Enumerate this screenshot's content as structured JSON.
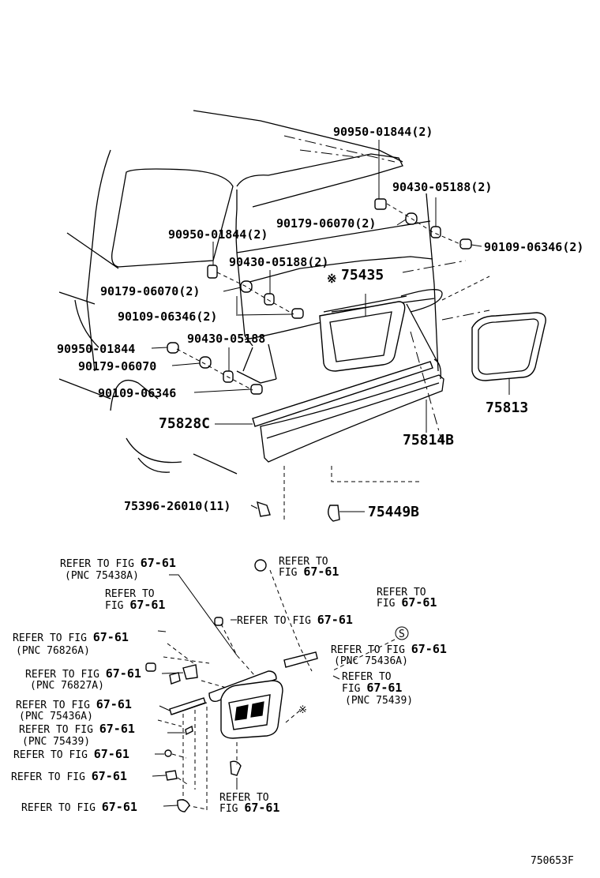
{
  "upper": {
    "callouts": [
      {
        "id": "c1",
        "text": "90950-01844(2)"
      },
      {
        "id": "c2",
        "text": "90430-05188(2)"
      },
      {
        "id": "c3",
        "text": "90179-06070(2)"
      },
      {
        "id": "c4",
        "text": "90109-06346(2)"
      },
      {
        "id": "c5",
        "text": "90950-01844(2)"
      },
      {
        "id": "c6",
        "text": "90430-05188(2)"
      },
      {
        "id": "c7",
        "text": "90179-06070(2)"
      },
      {
        "id": "c8",
        "text": "90109-06346(2)"
      },
      {
        "id": "c9",
        "text": "90950-01844"
      },
      {
        "id": "c10",
        "text": "90430-05188"
      },
      {
        "id": "c11",
        "text": "90179-06070"
      },
      {
        "id": "c12",
        "text": "90109-06346"
      },
      {
        "id": "c13",
        "text": "75396-26010(11)"
      }
    ],
    "parts": [
      {
        "id": "p1",
        "text": "75435",
        "mark": "※"
      },
      {
        "id": "p2",
        "text": "75813"
      },
      {
        "id": "p3",
        "text": "75828C"
      },
      {
        "id": "p4",
        "text": "75814B"
      },
      {
        "id": "p5",
        "text": "75449B"
      }
    ]
  },
  "lower": {
    "refs": [
      {
        "id": "r1",
        "line1": "REFER TO FIG ",
        "num": "67-61",
        "line2": "(PNC 75438A)"
      },
      {
        "id": "r2",
        "line1": "REFER TO",
        "line2": "FIG ",
        "num": "67-61"
      },
      {
        "id": "r3",
        "line1": "REFER TO",
        "line2": "FIG ",
        "num": "67-61"
      },
      {
        "id": "r4",
        "line1": "REFER TO FIG ",
        "num": "67-61"
      },
      {
        "id": "r5",
        "line1": "REFER TO",
        "line2": "FIG ",
        "num": "67-61",
        "mark": "S"
      },
      {
        "id": "r6",
        "line1": "REFER TO FIG ",
        "num": "67-61",
        "line2": "(PNC 76826A)"
      },
      {
        "id": "r7",
        "line1": "REFER TO FIG ",
        "num": "67-61",
        "line2": "(PNC 75436A)"
      },
      {
        "id": "r8",
        "line1": "REFER TO FIG ",
        "num": "67-61",
        "line2": "(PNC 76827A)"
      },
      {
        "id": "r9",
        "line1": "REFER TO",
        "line2": "FIG ",
        "num": "67-61",
        "line3": "(PNC 75439)"
      },
      {
        "id": "r10",
        "line1": "REFER TO FIG ",
        "num": "67-61",
        "line2": "(PNC 75436A)"
      },
      {
        "id": "r11",
        "line1": "REFER TO FIG ",
        "num": "67-61",
        "line2": "(PNC 75439)"
      },
      {
        "id": "r12",
        "line1": "REFER TO FIG ",
        "num": "67-61"
      },
      {
        "id": "r13",
        "line1": "REFER TO FIG ",
        "num": "67-61"
      },
      {
        "id": "r14",
        "line1": "REFER TO FIG ",
        "num": "67-61"
      },
      {
        "id": "r15",
        "line1": "REFER TO",
        "line2": "FIG ",
        "num": "67-61"
      }
    ],
    "mark": "※"
  },
  "footer": {
    "code": "750653F"
  }
}
